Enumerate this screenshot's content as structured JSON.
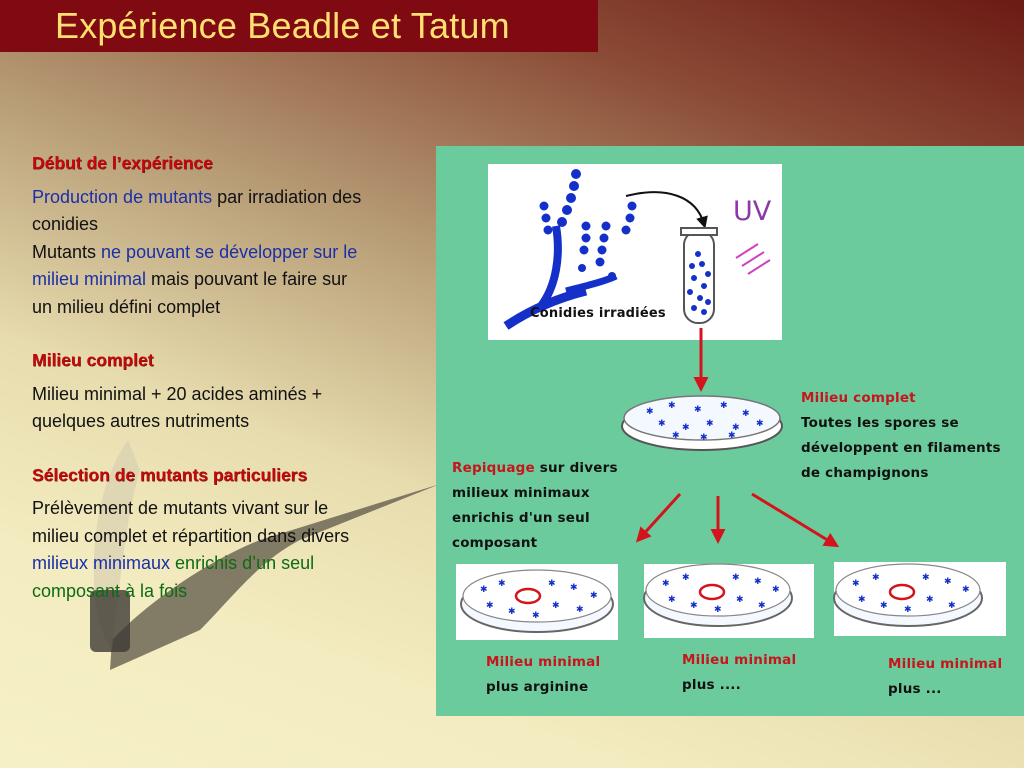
{
  "title": "Expérience Beadle et Tatum",
  "section1": {
    "heading": "Début de l’expérience",
    "p1_blue": "Production de mutants",
    "p1_rest": " par irradiation des conidies",
    "p2_start": "Mutants ",
    "p2_blue": "ne pouvant se développer sur le milieu minimal",
    "p2_rest": " mais pouvant le faire sur un milieu défini complet"
  },
  "section2": {
    "heading": "Milieu complet",
    "text": "Milieu minimal + 20 acides aminés + quelques autres nutriments"
  },
  "section3": {
    "heading": "Sélection de mutants particuliers",
    "p_start": "Prélèvement de mutants vivant sur le milieu complet et répartition dans divers ",
    "p_blue": "milieux minimaux",
    "p_green": " enrichis d’un seul composant à la fois"
  },
  "figure": {
    "uv_label": "UV",
    "conidies_label": "Conidies irradiées",
    "complete_title": "Milieu complet",
    "complete_lines": [
      "Toutes les spores se",
      "développent en filaments",
      "de champignons"
    ],
    "repiquage_red": "Repiquage",
    "repiquage_rest": " sur divers",
    "repiquage_lines": [
      "milieux minimaux",
      "enrichis d'un seul",
      "composant"
    ],
    "dish1_line1": "Milieu minimal",
    "dish1_line2": "plus arginine",
    "dish2_line1": "Milieu minimal",
    "dish2_line2": "plus ....",
    "dish3_line1": "Milieu minimal",
    "dish3_line2": "plus ..."
  },
  "colors": {
    "title_bg": "#7f0a12",
    "title_text": "#ffe070",
    "figure_bg": "#6ccb9c",
    "heading_red": "#c4080c",
    "highlight_blue": "#1a2fa8",
    "highlight_green": "#0d6b12"
  }
}
